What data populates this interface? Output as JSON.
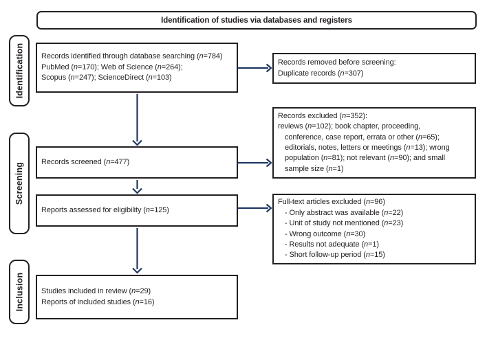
{
  "title": "Identification of studies via databases and registers",
  "stages": {
    "identification": "Identification",
    "screening": "Screening",
    "inclusion": "Inclusion"
  },
  "boxes": {
    "records_identified": {
      "lines": [
        {
          "text": "Records identified through database searching (*n*=784)",
          "indent": 0
        },
        {
          "text": "PubMed (*n*=170); Web of Science (*n*=264);",
          "indent": 0
        },
        {
          "text": "Scopus (*n*=247); ScienceDirect (*n*=103)",
          "indent": 0
        }
      ]
    },
    "records_removed": {
      "lines": [
        {
          "text": "Records removed before screening:",
          "indent": 0
        },
        {
          "text": "Duplicate records (*n*=307)",
          "indent": 0
        }
      ]
    },
    "records_screened": {
      "lines": [
        {
          "text": "Records screened (*n*=477)",
          "indent": 0
        }
      ]
    },
    "records_excluded": {
      "lines": [
        {
          "text": "Records excluded (*n*=352):",
          "indent": 0
        },
        {
          "text": "reviews (*n*=102); book chapter, proceeding,",
          "indent": 0
        },
        {
          "text": "conference, case report, errata or other (*n*=65);",
          "indent": 1
        },
        {
          "text": "editorials, notes, letters or meetings (*n*=13); wrong",
          "indent": 1
        },
        {
          "text": "population (*n*=81); not relevant (*n*=90); and small",
          "indent": 1
        },
        {
          "text": "sample size (*n*=1)",
          "indent": 1
        }
      ]
    },
    "reports_assessed": {
      "lines": [
        {
          "text": "Reports assessed for eligibility (*n*=125)",
          "indent": 0
        }
      ]
    },
    "fulltext_excluded": {
      "lines": [
        {
          "text": "Full-text articles excluded (*n*=96)",
          "indent": 0
        },
        {
          "text": "- Only abstract was available (*n*=22)",
          "indent": 1
        },
        {
          "text": "- Unit of study not mentioned (*n*=23)",
          "indent": 1
        },
        {
          "text": "- Wrong outcome (*n*=30)",
          "indent": 1
        },
        {
          "text": "- Results not adequate (*n*=1)",
          "indent": 1
        },
        {
          "text": "- Short follow-up period (*n*=15)",
          "indent": 1
        }
      ]
    },
    "studies_included": {
      "lines": [
        {
          "text": "Studies included in review (*n*=29)",
          "indent": 0
        },
        {
          "text": "Reports of included studies (*n*=16)",
          "indent": 0
        }
      ]
    }
  },
  "colors": {
    "arrow": "#1f3864",
    "border": "#231f20",
    "text": "#231f20",
    "background": "#ffffff"
  }
}
